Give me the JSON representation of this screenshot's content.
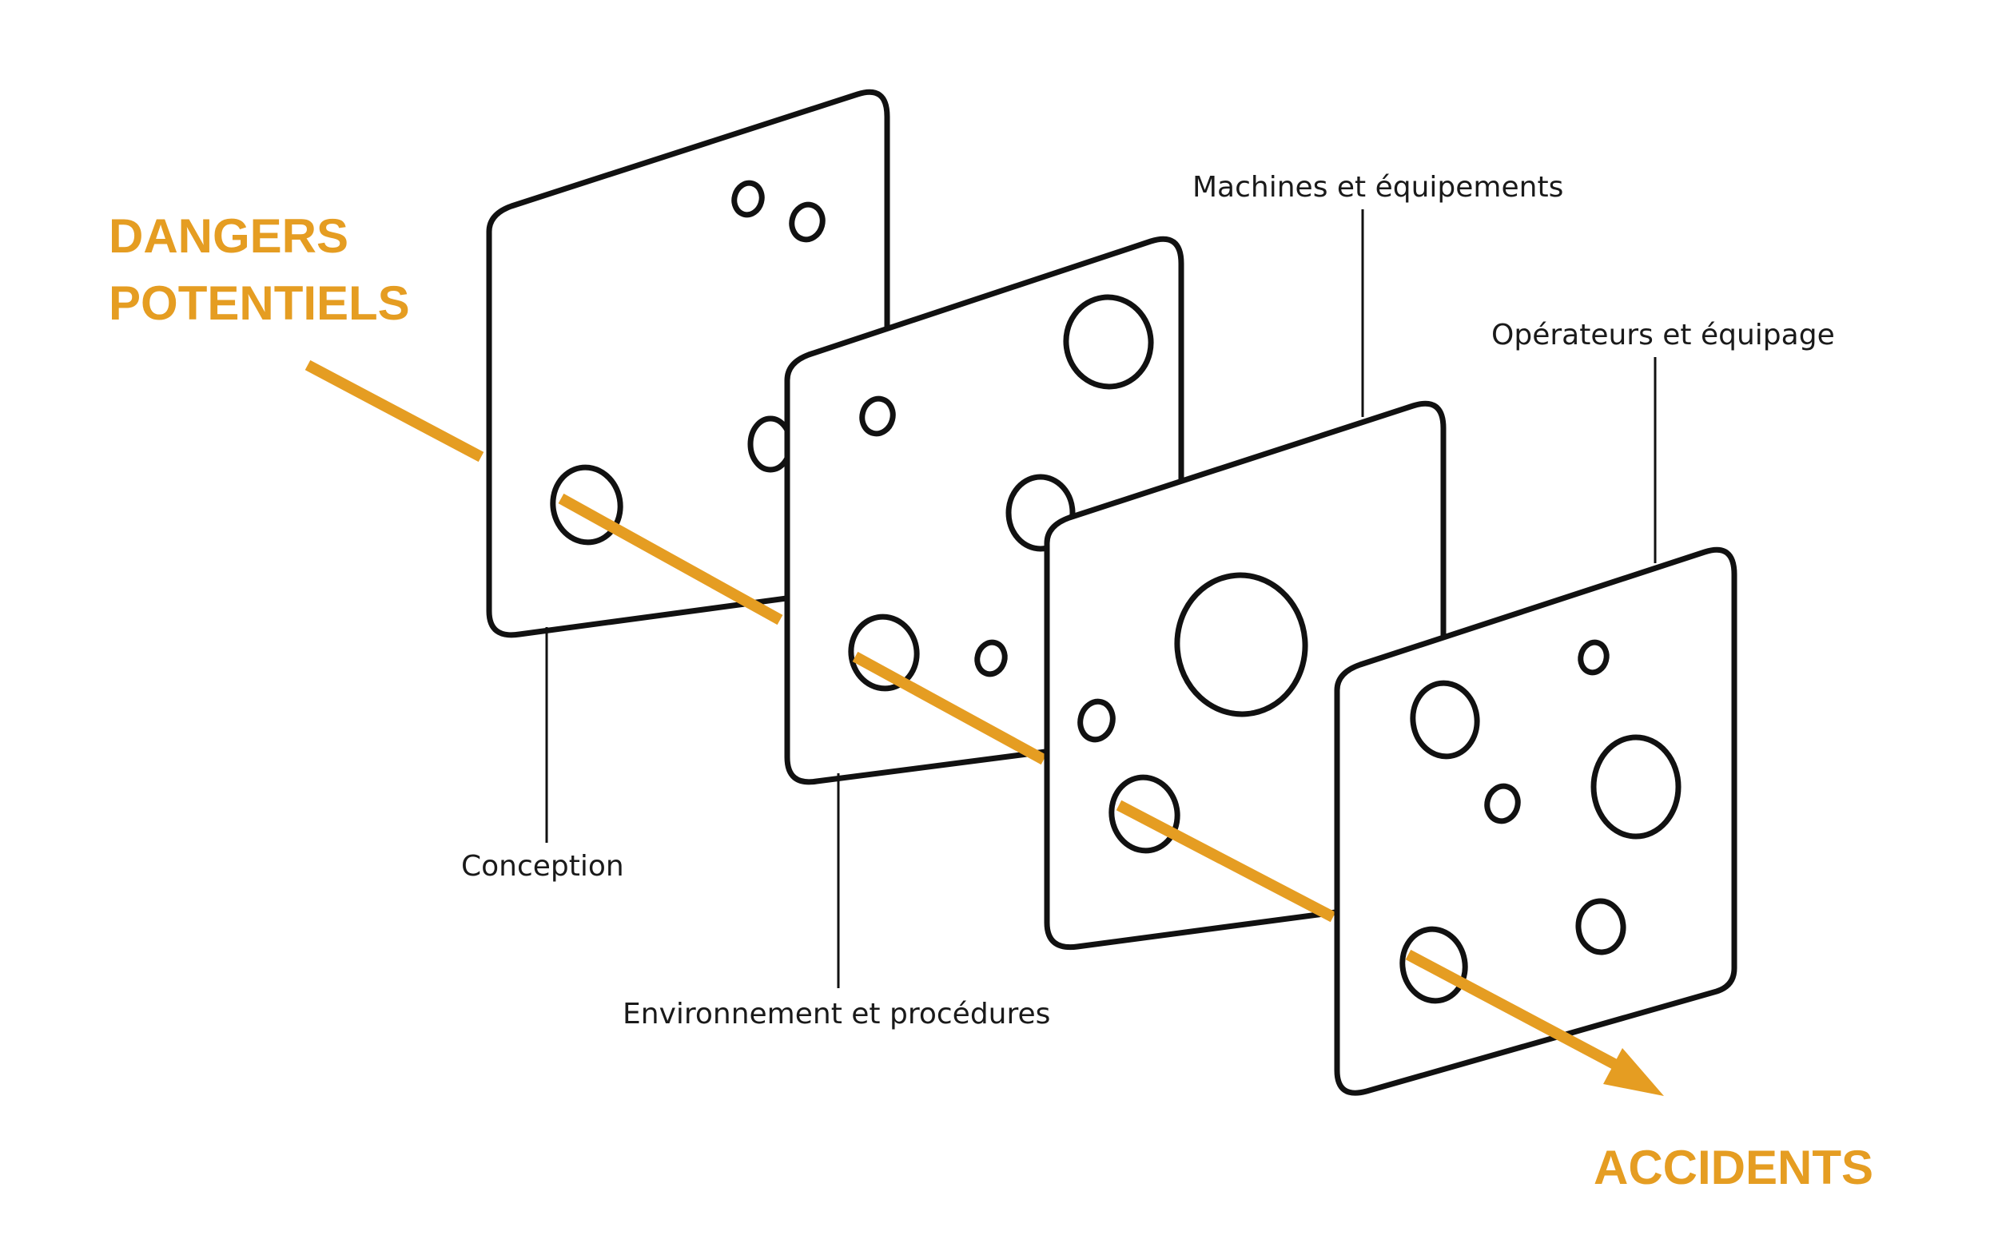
{
  "title": {
    "hazards": [
      "DANGERS",
      "POTENTIELS"
    ],
    "outcome": "ACCIDENTS"
  },
  "layers": [
    {
      "label": "Conception"
    },
    {
      "label": "Environnement et procédures"
    },
    {
      "label": "Machines et équipements"
    },
    {
      "label": "Opérateurs et équipage"
    }
  ],
  "colors": {
    "accent": "#E59D22",
    "outline": "#111111",
    "text": "#1a1a1a",
    "background": "#ffffff"
  }
}
